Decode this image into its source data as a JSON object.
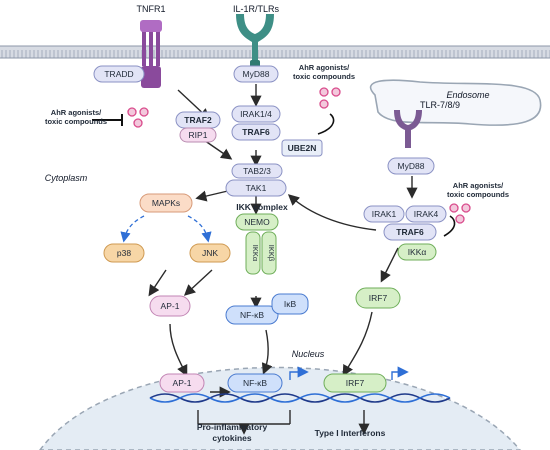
{
  "receptors": {
    "tnfr1": "TNFR1",
    "il1r_tlrs": "IL-1R/TLRs",
    "tlr789": "TLR-7/8/9"
  },
  "compartments": {
    "cytoplasm": "Cytoplasm",
    "endosome": "Endosome",
    "nucleus": "Nucleus"
  },
  "nodes": {
    "tradd": "TRADD",
    "myd88_top": "MyD88",
    "traf2": "TRAF2",
    "rip1": "RIP1",
    "irak14": "IRAK1/4",
    "traf6_top": "TRAF6",
    "ube2n": "UBE2N",
    "tab23": "TAB2/3",
    "tak1": "TAK1",
    "mapks": "MAPKs",
    "p38": "p38",
    "jnk": "JNK",
    "ap1_cyto": "AP-1",
    "ikk_complex": "IKK complex",
    "nemo": "NEMO",
    "ikka_sub": "IKKα",
    "ikkb_sub": "IKKβ",
    "nfkb_cyto": "NF-κB",
    "ikb": "IκB",
    "myd88_endo": "MyD88",
    "irak1": "IRAK1",
    "irak4": "IRAK4",
    "traf6_endo": "TRAF6",
    "ikka_endo": "IKKα",
    "irf7_cyto": "IRF7",
    "ap1_nuc": "AP-1",
    "nfkb_nuc": "NF-κB",
    "irf7_nuc": "IRF7"
  },
  "annotations": {
    "ahr_left": [
      "AhR agonists/",
      "toxic compounds"
    ],
    "ahr_top": [
      "AhR agonists/",
      "toxic compounds"
    ],
    "ahr_right": [
      "AhR agonists/",
      "toxic compounds"
    ]
  },
  "outputs": {
    "proinflammatory": [
      "Pro-inflammatory",
      "cytokines"
    ],
    "interferons": "Type I Interferons"
  },
  "colors": {
    "receptor_purple": "#8a4a9c",
    "receptor_teal": "#3e8f86",
    "pill_lavender": "#e2e4f6",
    "pill_peach": "#fbdcc7",
    "pill_orange": "#f7d6a6",
    "pill_pink": "#f6dcef",
    "pill_green": "#d6efc7",
    "pill_blue": "#cfe0fb",
    "nucleus": "#e4ecf4",
    "compound_pink": "#d94b8c"
  }
}
